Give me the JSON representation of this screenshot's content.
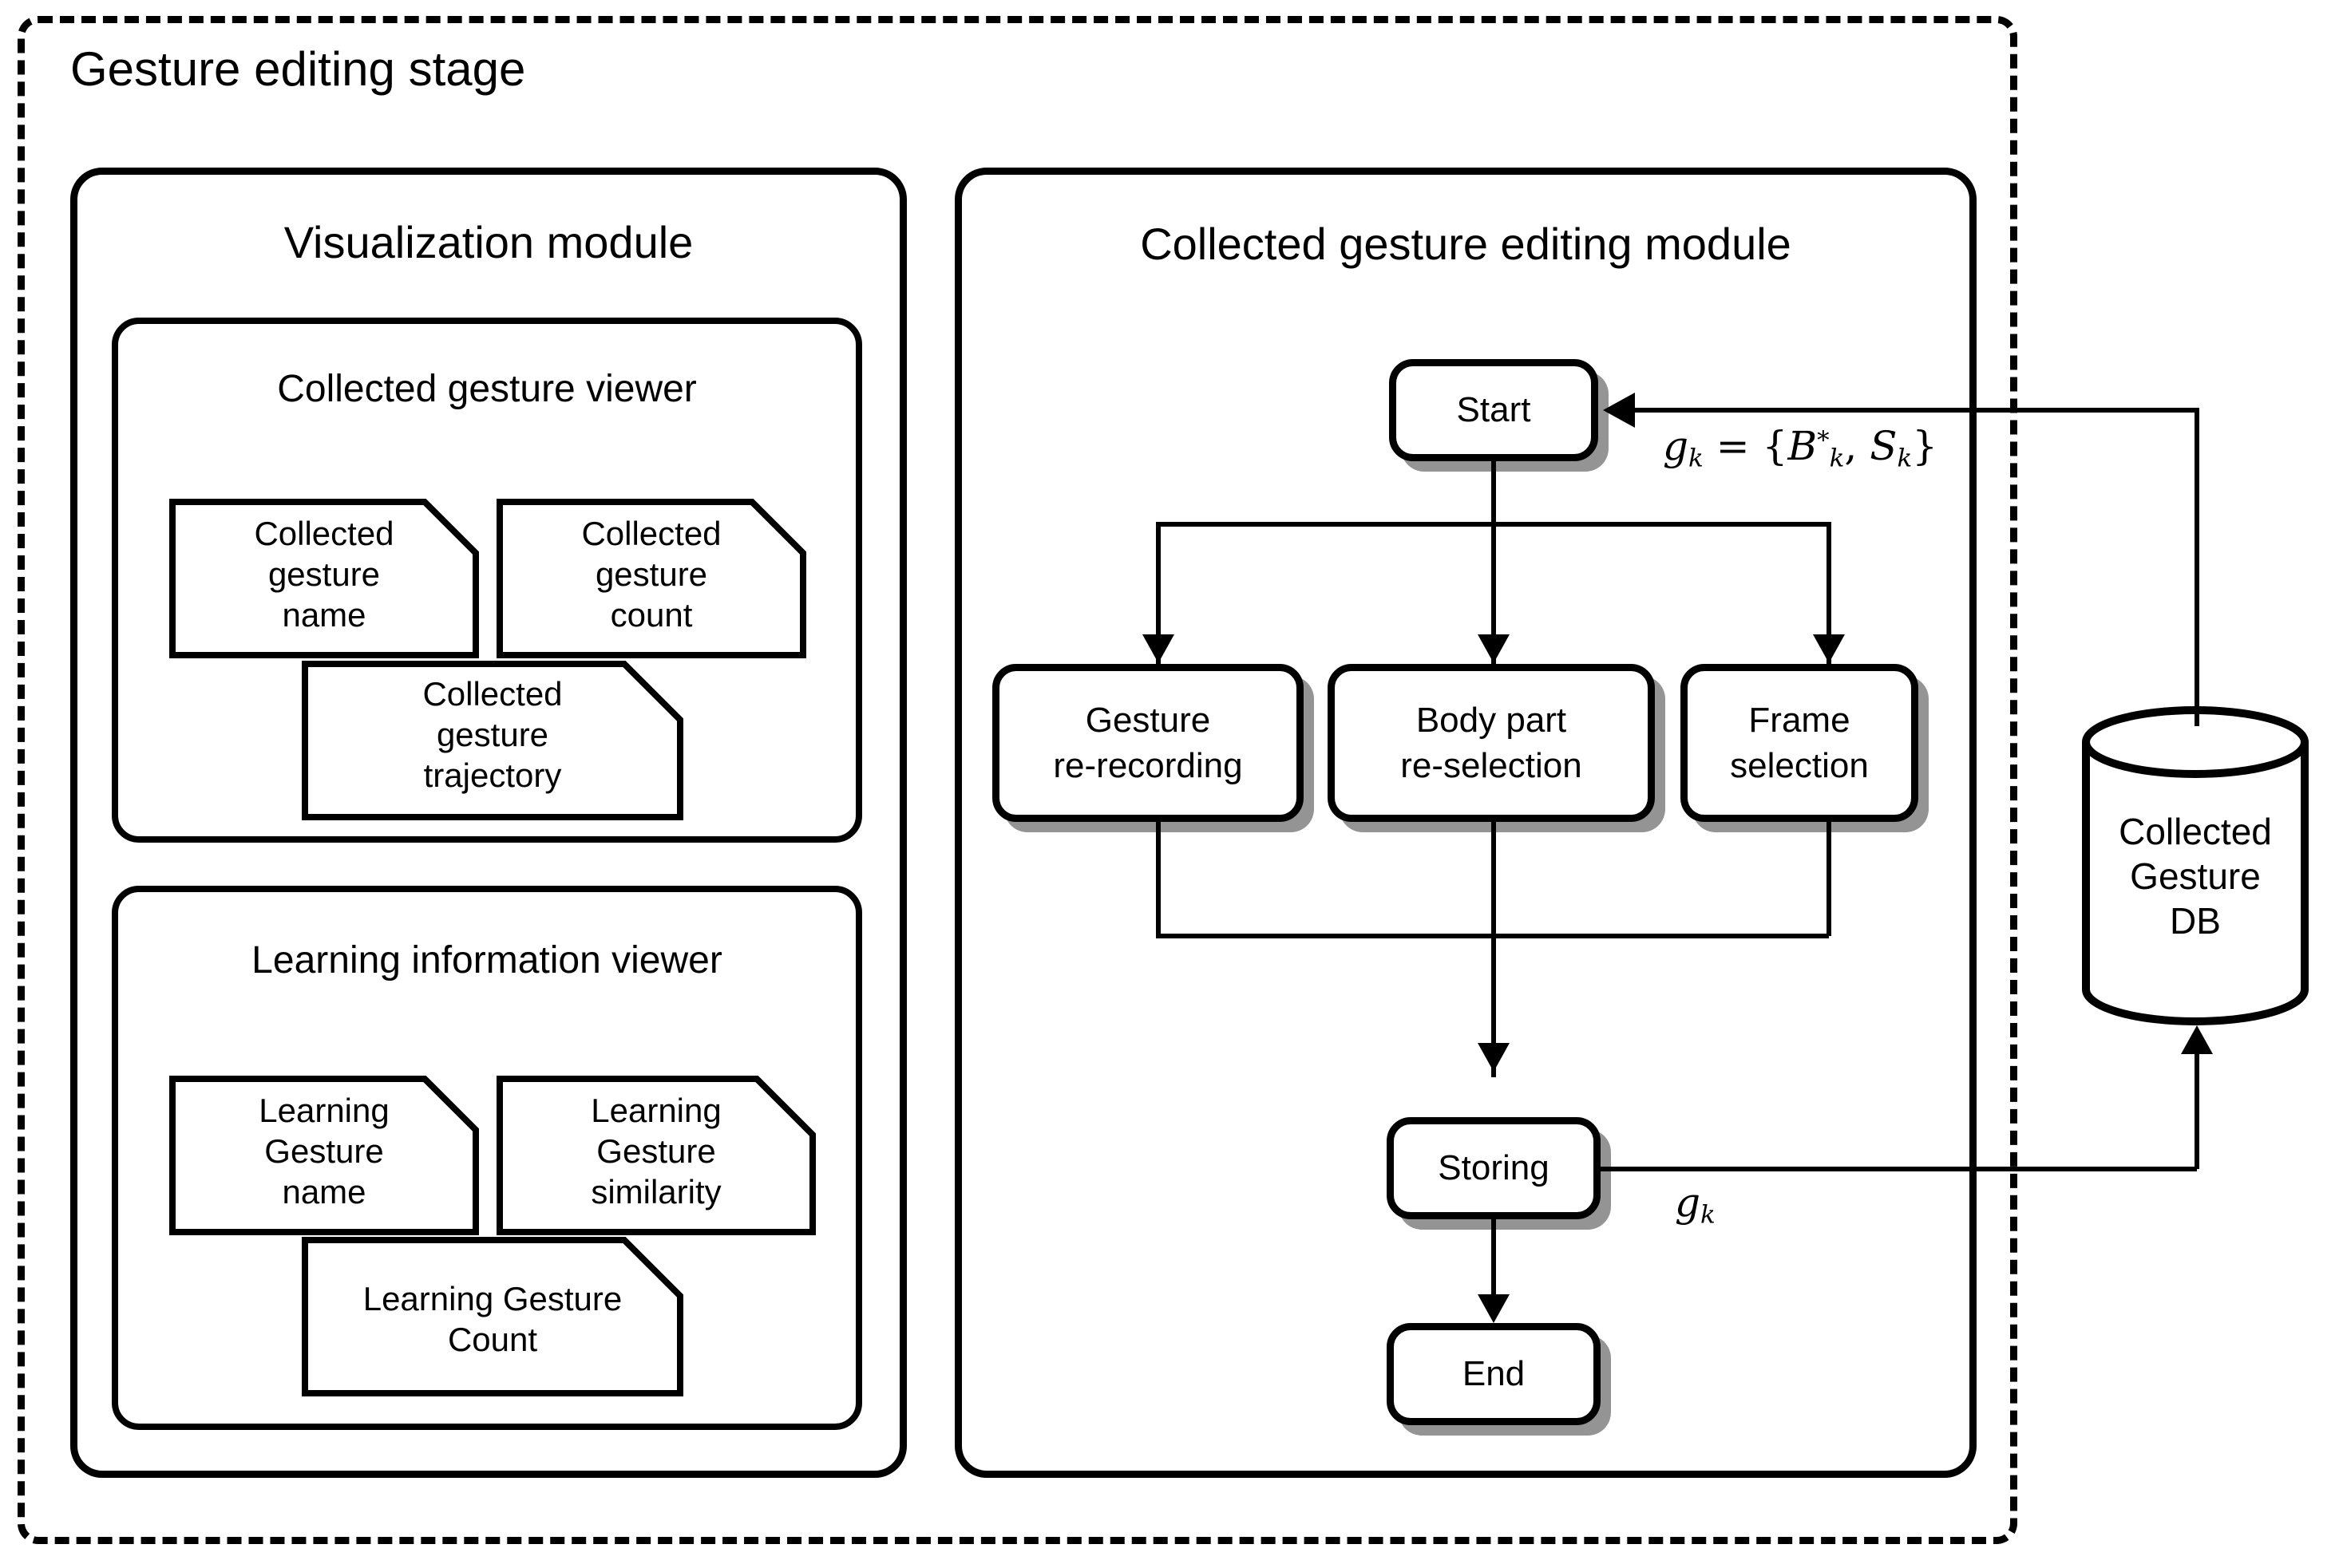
{
  "diagram": {
    "title": "Gesture editing stage",
    "type": "flowchart"
  },
  "visualization_module": {
    "title": "Visualization module",
    "collected_gesture_viewer": {
      "title": "Collected gesture viewer",
      "documents": [
        {
          "label": "Collected\ngesture\nname"
        },
        {
          "label": "Collected\ngesture\ncount"
        },
        {
          "label": "Collected\ngesture\ntrajectory"
        }
      ]
    },
    "learning_information_viewer": {
      "title": "Learning information viewer",
      "documents": [
        {
          "label": "Learning\nGesture\nname"
        },
        {
          "label": "Learning\nGesture\nsimilarity"
        },
        {
          "label": "Learning Gesture\nCount"
        }
      ]
    }
  },
  "editing_module": {
    "title": "Collected gesture editing module",
    "nodes": {
      "start": "Start",
      "gesture_rerecording": "Gesture\nre-recording",
      "body_part_reselection": "Body part\nre-selection",
      "frame_selection": "Frame\nselection",
      "storing": "Storing",
      "end": "End"
    }
  },
  "database": {
    "label": "Collected\nGesture\nDB"
  },
  "formulas": {
    "gk_definition": {
      "lhs_var": "g",
      "lhs_sub": "k",
      "equals": "= {",
      "b_var": "B",
      "b_sup": "*",
      "b_sub": "k",
      "comma": ",",
      "s_var": "S",
      "s_sub": "k",
      "close": "}",
      "plain": "g_k = {B*_k, S_k}"
    },
    "gk_label": {
      "var": "g",
      "sub": "k",
      "plain": "g_k"
    }
  },
  "colors": {
    "stroke": "#000000",
    "background": "#ffffff",
    "shadow": "#6b6b6b"
  }
}
